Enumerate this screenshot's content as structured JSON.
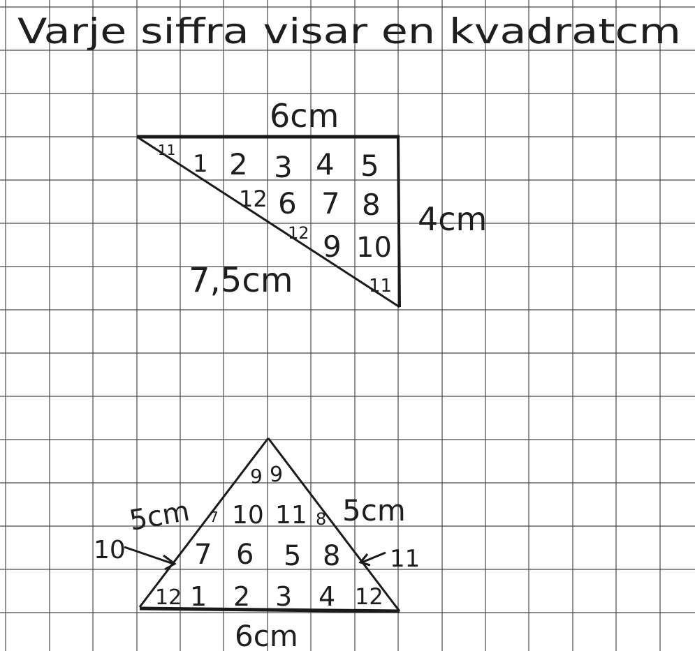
{
  "heading": "Varje siffra visar en kvadratcm",
  "triangle_right": {
    "top_side": "6cm",
    "right_side": "4cm",
    "hypotenuse": "7,5cm",
    "cell_numbers": [
      "1",
      "2",
      "3",
      "4",
      "5",
      "6",
      "7",
      "8",
      "9",
      "10",
      "11",
      "11",
      "12",
      "12"
    ]
  },
  "triangle_isosceles": {
    "left_side": "5cm",
    "right_side": "5cm",
    "base": "6cm",
    "cell_numbers": [
      "9",
      "9",
      "10",
      "11",
      "8",
      "7",
      "7",
      "6",
      "5",
      "8",
      "12",
      "1",
      "2",
      "3",
      "4",
      "12"
    ],
    "arrow_labels": {
      "left": "10",
      "right": "11"
    }
  },
  "colors": {
    "ink": "#1e1e1e",
    "grid": "#444444",
    "paper": "#ffffff"
  }
}
